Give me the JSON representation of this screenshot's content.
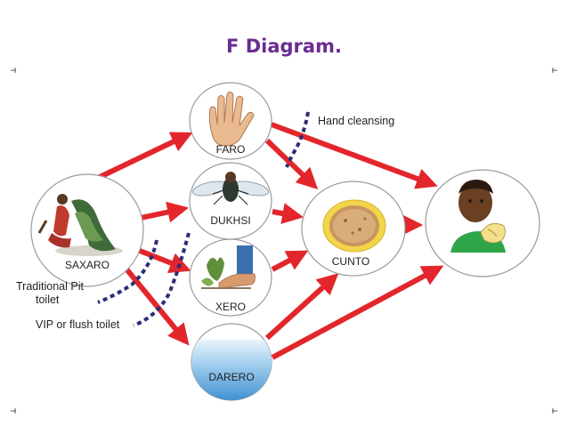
{
  "title": "F Diagram.",
  "nodes": {
    "saxaro": "SAXARO",
    "faro": "FARO",
    "dukhsi": "DUKHSI",
    "xero": "XERO",
    "darero": "DARERO",
    "cunto": "CUNTO"
  },
  "barriers": {
    "hand_cleansing": "Hand cleansing",
    "traditional_pit_line1": "Traditional Pit",
    "traditional_pit_line2": "toilet",
    "vip_flush": "VIP or flush toilet"
  },
  "colors": {
    "title": "#6a2c91",
    "arrow": "#e3262b",
    "barrier": "#2b2d7a",
    "node_border": "#9a9a9a",
    "water": "#5ea9df"
  },
  "icons": [
    "hand-icon",
    "fly-icon",
    "foot-plant-icon",
    "water-icon",
    "food-plate-icon",
    "child-eating-icon",
    "person-squatting-icon"
  ]
}
